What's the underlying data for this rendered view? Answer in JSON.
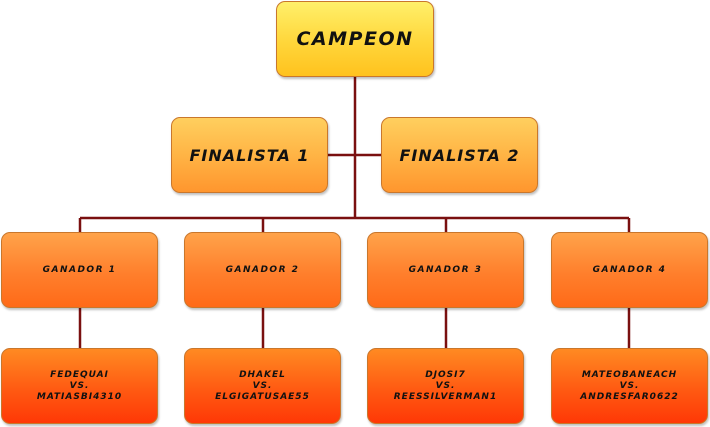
{
  "colors": {
    "connector": "#7a1010",
    "box_border": "#c9772c",
    "campeon_fill": "#ffd63a",
    "finalista_fill": "#ffb445",
    "ganador_fill": "#ff7f2c",
    "match_fill": "#ff5a12"
  },
  "champion": {
    "label": "CAMPEON"
  },
  "finalists": [
    {
      "label": "FINALISTA 1"
    },
    {
      "label": "FINALISTA 2"
    }
  ],
  "winners": [
    {
      "label": "GANADOR 1"
    },
    {
      "label": "GANADOR 2"
    },
    {
      "label": "GANADOR 3"
    },
    {
      "label": "GANADOR 4"
    }
  ],
  "matches": [
    {
      "player1": "FEDEQUAI",
      "vs": "VS.",
      "player2": "MATIASBI4310"
    },
    {
      "player1": "DHAKEL",
      "vs": "VS.",
      "player2": "ELGIGATUSAE55"
    },
    {
      "player1": "DJOSI7",
      "vs": "VS.",
      "player2": "REESSILVERMAN1"
    },
    {
      "player1": "MATEOBANEACH",
      "vs": "VS.",
      "player2": "ANDRESFAR0622"
    }
  ]
}
